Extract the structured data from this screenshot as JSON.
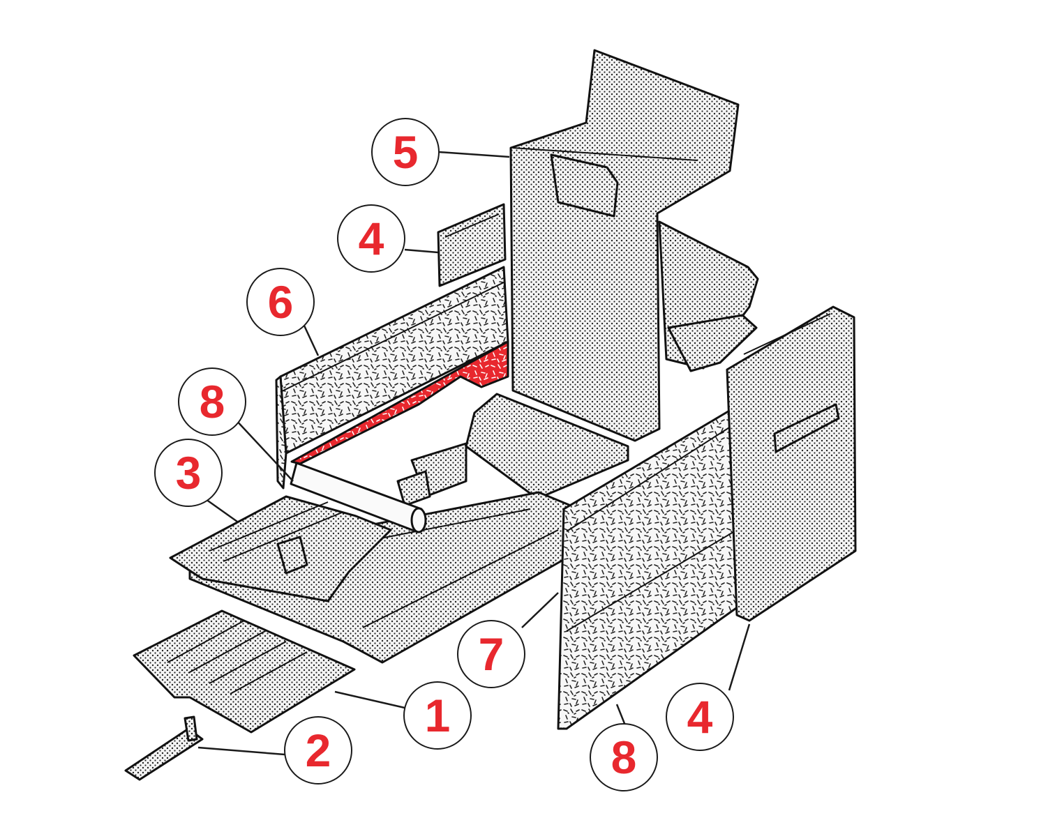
{
  "diagram": {
    "label_color": "#e8282e",
    "highlight_color": "#e8282e",
    "callouts": [
      {
        "id": "c5",
        "text": "5"
      },
      {
        "id": "c4a",
        "text": "4"
      },
      {
        "id": "c6",
        "text": "6"
      },
      {
        "id": "c8a",
        "text": "8"
      },
      {
        "id": "c3",
        "text": "3"
      },
      {
        "id": "c7",
        "text": "7"
      },
      {
        "id": "c1",
        "text": "1"
      },
      {
        "id": "c2",
        "text": "2"
      },
      {
        "id": "c8b",
        "text": "8"
      },
      {
        "id": "c4b",
        "text": "4"
      }
    ]
  }
}
